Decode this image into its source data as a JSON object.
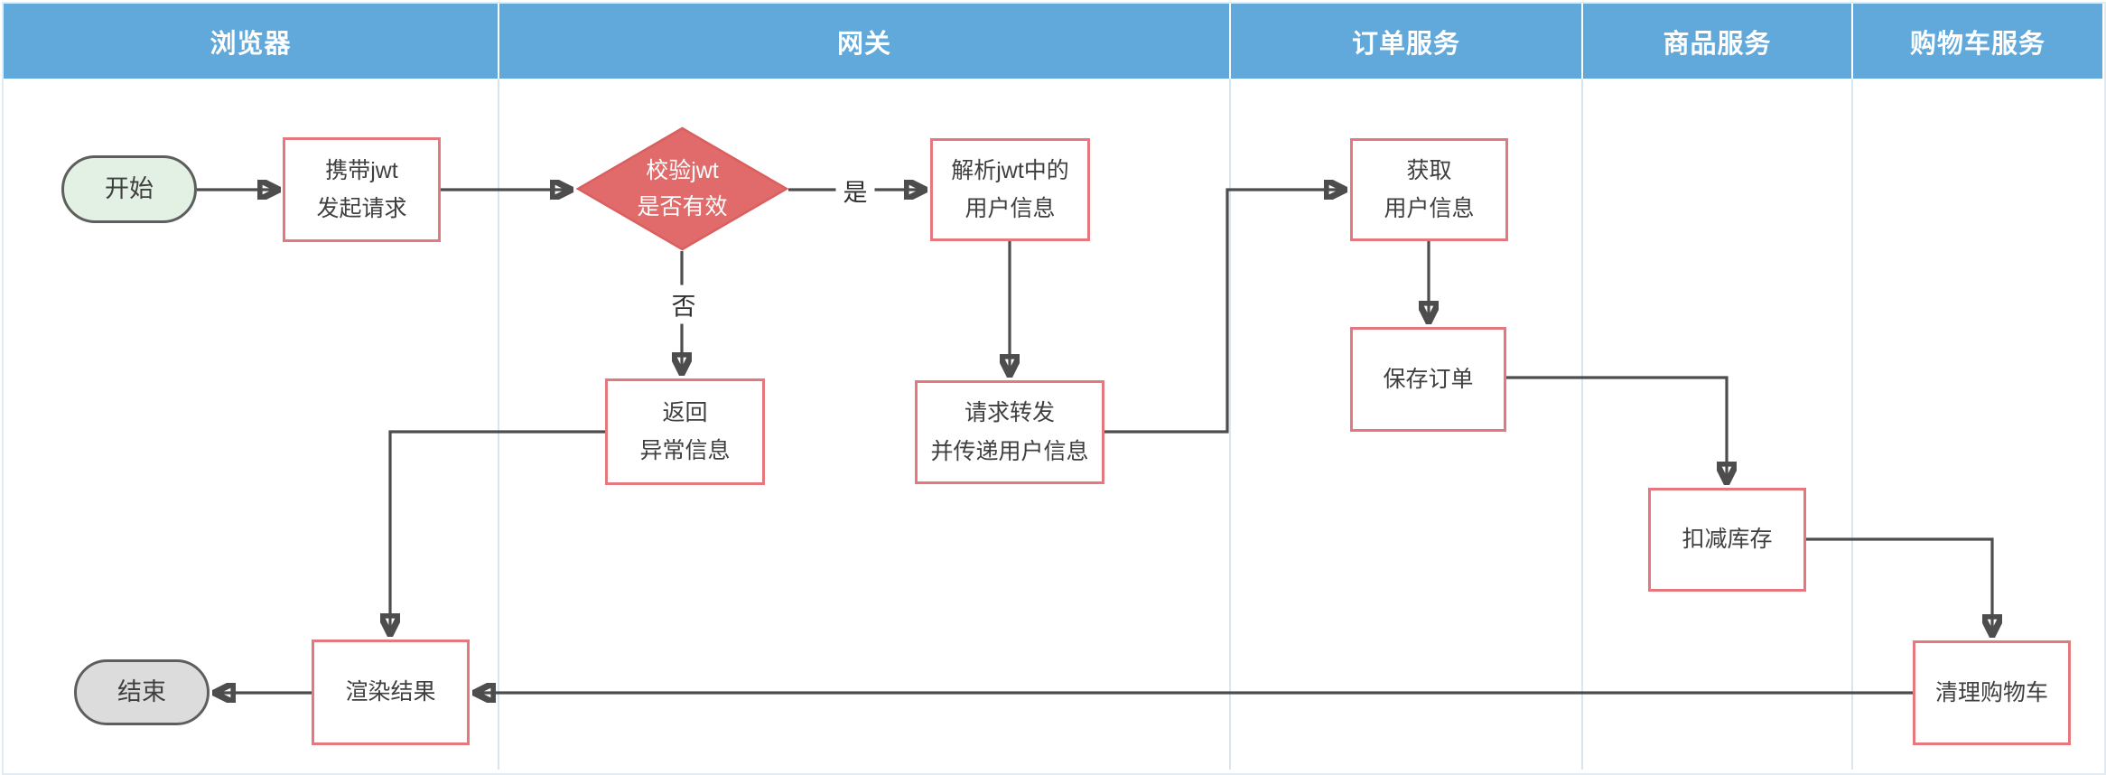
{
  "diagram": {
    "title": "swimlane-flowchart",
    "lanes": [
      {
        "label": "浏览器"
      },
      {
        "label": "网关"
      },
      {
        "label": "订单服务"
      },
      {
        "label": "商品服务"
      },
      {
        "label": "购物车服务"
      }
    ],
    "nodes": {
      "start": {
        "label": "开始",
        "type": "terminator"
      },
      "carry_jwt": {
        "label": "携带jwt\n发起请求",
        "type": "process"
      },
      "validate_jwt": {
        "label": "校验jwt\n是否有效",
        "type": "decision"
      },
      "parse_jwt": {
        "label": "解析jwt中的\n用户信息",
        "type": "process"
      },
      "return_error": {
        "label": "返回\n异常信息",
        "type": "process"
      },
      "forward_request": {
        "label": "请求转发\n并传递用户信息",
        "type": "process"
      },
      "get_user_info": {
        "label": "获取\n用户信息",
        "type": "process"
      },
      "save_order": {
        "label": "保存订单",
        "type": "process"
      },
      "deduct_stock": {
        "label": "扣减库存",
        "type": "process"
      },
      "clear_cart": {
        "label": "清理购物车",
        "type": "process"
      },
      "render_result": {
        "label": "渲染结果",
        "type": "process"
      },
      "end": {
        "label": "结束",
        "type": "terminator"
      }
    },
    "edge_labels": {
      "yes": "是",
      "no": "否"
    },
    "colors": {
      "header_blue": "#61a8db",
      "header_text": "#ffffff",
      "lane_divider": "#d9e6f2",
      "process_border": "#e5787f",
      "process_fill": "#ffffff",
      "decision_fill": "#e16b6b",
      "decision_border": "#da5f5f",
      "decision_text": "#ffffff",
      "start_fill": "#e3f0e4",
      "end_fill": "#dcdcdc",
      "terminator_border": "#5c5f5c",
      "arrow": "#4d4d4d",
      "node_text": "#3f3f3f"
    }
  }
}
